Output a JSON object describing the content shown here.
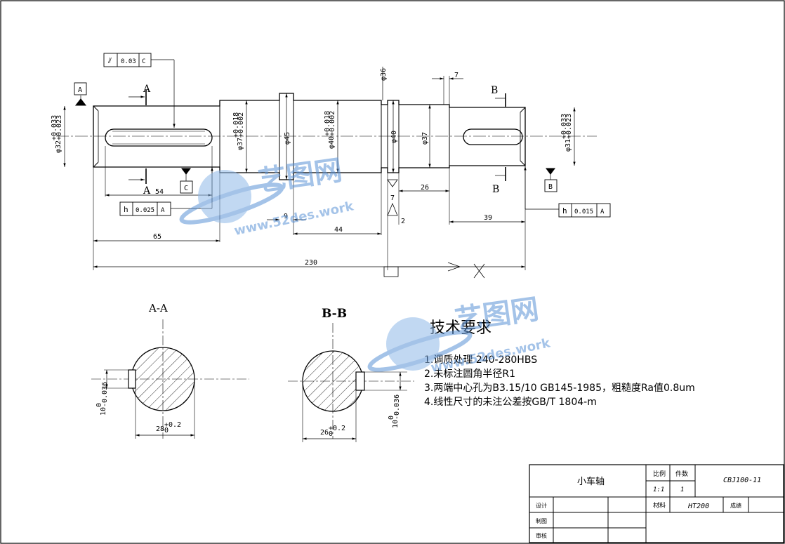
{
  "drawing": {
    "section_views": {
      "view_a_label": "A-A",
      "view_b_label": "B-B",
      "section_a_keyway_dim": "10",
      "section_a_keyway_tol_upper": "0",
      "section_a_keyway_tol_lower": "-0.036",
      "section_a_depth_dim": "28",
      "section_a_depth_tol": "+0.2",
      "section_a_depth_tol_lower": "0",
      "section_b_keyway_dim": "10",
      "section_b_keyway_tol_upper": "0",
      "section_b_keyway_tol_lower": "-0.036",
      "section_b_depth_dim": "26",
      "section_b_depth_tol": "+0.2",
      "section_b_depth_tol_lower": "0"
    },
    "main_view": {
      "datum_a": "A",
      "datum_b": "B",
      "datum_c": "C",
      "section_mark_a_top": "A",
      "section_mark_a_bottom": "A",
      "section_mark_b_top": "B",
      "section_mark_b_bottom": "B",
      "gdt_top": {
        "symbol": "⫽",
        "value": "0.03",
        "datum": "C"
      },
      "gdt_left": {
        "symbol": "h",
        "value": "0.025",
        "datum": "A"
      },
      "gdt_right": {
        "symbol": "h",
        "value": "0.015",
        "datum": "A"
      },
      "dia_left_end": "φ32",
      "dia_left_end_tol_upper": "+0.033",
      "dia_left_end_tol_lower": "+0.023",
      "dia_37_left": "φ37",
      "dia_37_left_tol_upper": "+0.018",
      "dia_37_left_tol_lower": "+0.002",
      "dia_45": "φ45",
      "dia_40_mid": "φ40",
      "dia_40_mid_tol_upper": "+0.018",
      "dia_40_mid_tol_lower": "+0.002",
      "dia_36": "φ36",
      "dia_40_right": "φ40",
      "dia_37_right": "φ37",
      "dia_right_end": "φ31",
      "dia_right_end_tol_upper": "+0.033",
      "dia_right_end_tol_lower": "+0.023",
      "len_54": "54",
      "len_65": "65",
      "len_9": "9",
      "len_44": "44",
      "len_230": "230",
      "len_7_top": "7",
      "len_26": "26",
      "len_39": "39",
      "len_7_bottom": "7",
      "len_2": "2"
    },
    "tech_requirements": {
      "title": "技术要求",
      "items": [
        "1.调质处理 240-280HBS",
        "2.未标注圆角半径R1",
        "3.两端中心孔为B3.15/10 GB145-1985，粗糙度Ra值0.8um",
        "4.线性尺寸的未注公差按GB/T 1804-m"
      ]
    },
    "watermark": {
      "brand": "艺图网",
      "url": "www.52des.work"
    },
    "title_block": {
      "part_name": "小车轴",
      "scale_label": "比例",
      "qty_label": "件数",
      "drawing_no": "CBJ100-11",
      "scale_value": "1:1",
      "qty_value": "1",
      "drawn_label": "设计",
      "material_label": "材料",
      "material_value": "HT200",
      "grade_label": "成绩",
      "drafted_label": "制图",
      "reviewed_label": "审核"
    }
  }
}
